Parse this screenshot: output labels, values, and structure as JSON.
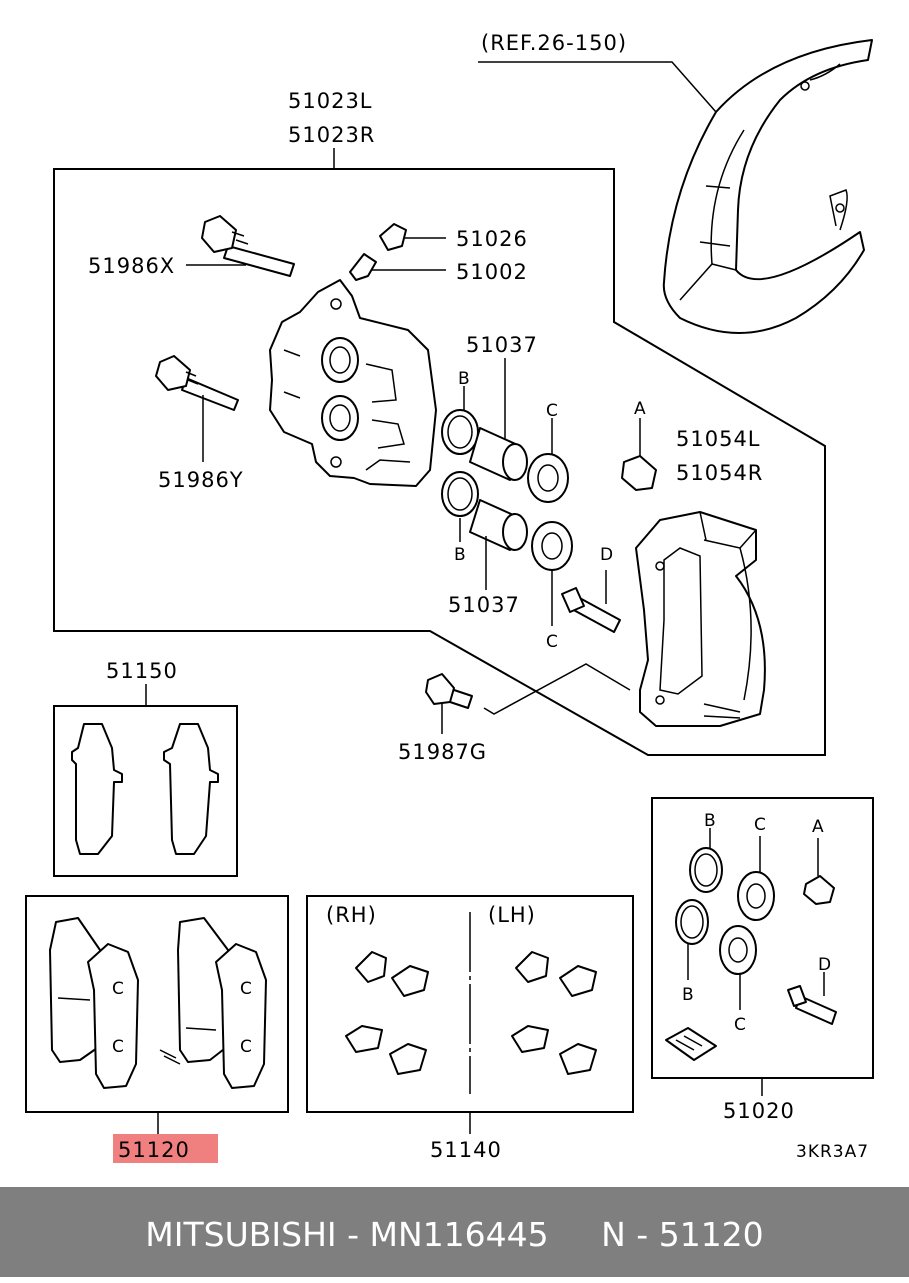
{
  "diagram": {
    "ref": "(REF.26-150)",
    "caliper_assembly": [
      "51023L",
      "51023R"
    ],
    "guide_pin_upper": "51986X",
    "guide_pin_lower": "51986Y",
    "bleeder_cap": "51026",
    "bleeder_screw": "51002",
    "piston_upper": "51037",
    "piston_lower": "51037",
    "support_bracket": [
      "51054L",
      "51054R"
    ],
    "mounting_bolt": "51987G",
    "pad_set_simple": "51150",
    "pad_set_main": "51120",
    "clip_kit": "51140",
    "clip_rh": "(RH)",
    "clip_lh": "(LH)",
    "seal_kit": "51020",
    "letters": {
      "a": "A",
      "b": "B",
      "c": "C",
      "d": "D"
    },
    "drawing_code": "3KR3A7",
    "highlight_color": "#f08080"
  },
  "footer": {
    "brand": "MITSUBISHI",
    "part_number": "MN116445",
    "label": "N - 51120",
    "background": "#7f7f7f"
  }
}
